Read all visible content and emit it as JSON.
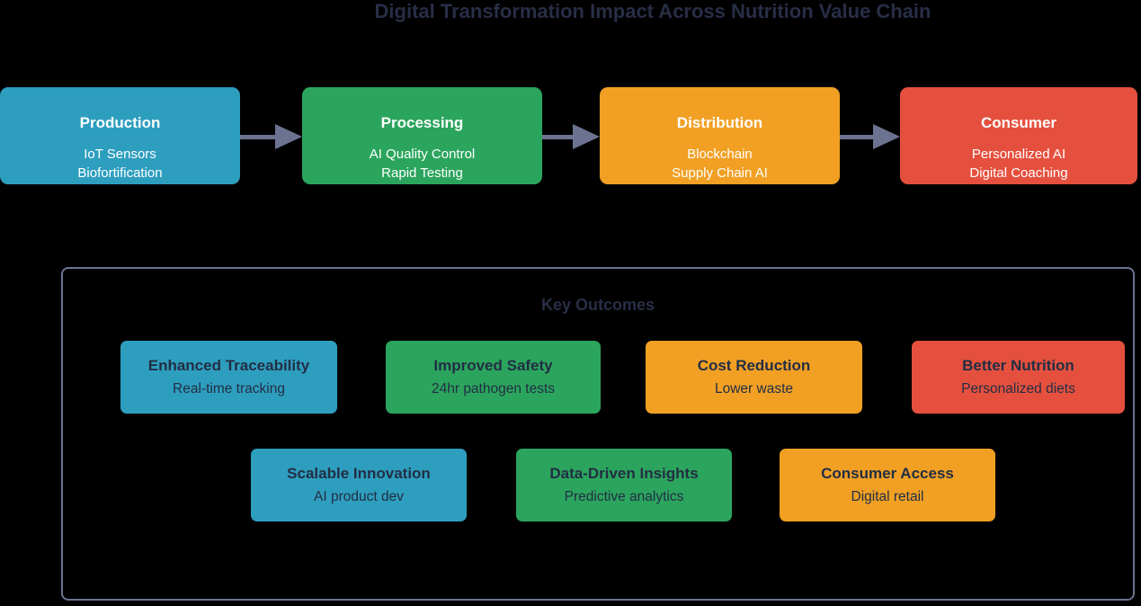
{
  "title": "Digital Transformation Impact Across Nutrition Value Chain",
  "palette": {
    "slate": "#6C7390",
    "title_navy": "#282E46",
    "card_text_navy": "#222E44",
    "background": "#000000",
    "teal": "#2E9EBF",
    "green": "#2BA55D",
    "orange": "#F1A024",
    "red": "#E5503E"
  },
  "flow": {
    "stages": [
      {
        "title": "Production",
        "lines": [
          "IoT Sensors",
          "Biofortification"
        ],
        "color": "#2E9EBF"
      },
      {
        "title": "Processing",
        "lines": [
          "AI Quality Control",
          "Rapid Testing"
        ],
        "color": "#2BA55D"
      },
      {
        "title": "Distribution",
        "lines": [
          "Blockchain",
          "Supply Chain AI"
        ],
        "color": "#F1A024"
      },
      {
        "title": "Consumer",
        "lines": [
          "Personalized AI",
          "Digital Coaching"
        ],
        "color": "#E5503E"
      }
    ]
  },
  "outcomes": {
    "title": "Key Outcomes",
    "row1": [
      {
        "title": "Enhanced Traceability",
        "subtitle": "Real-time tracking",
        "color": "#2E9EBF"
      },
      {
        "title": "Improved Safety",
        "subtitle": "24hr pathogen tests",
        "color": "#2BA55D"
      },
      {
        "title": "Cost Reduction",
        "subtitle": "Lower waste",
        "color": "#F1A024"
      },
      {
        "title": "Better Nutrition",
        "subtitle": "Personalized diets",
        "color": "#E5503E"
      }
    ],
    "row2": [
      {
        "title": "Scalable Innovation",
        "subtitle": "AI product dev",
        "color": "#2E9EBF"
      },
      {
        "title": "Data-Driven Insights",
        "subtitle": "Predictive analytics",
        "color": "#2BA55D"
      },
      {
        "title": "Consumer Access",
        "subtitle": "Digital retail",
        "color": "#F1A024"
      }
    ]
  }
}
